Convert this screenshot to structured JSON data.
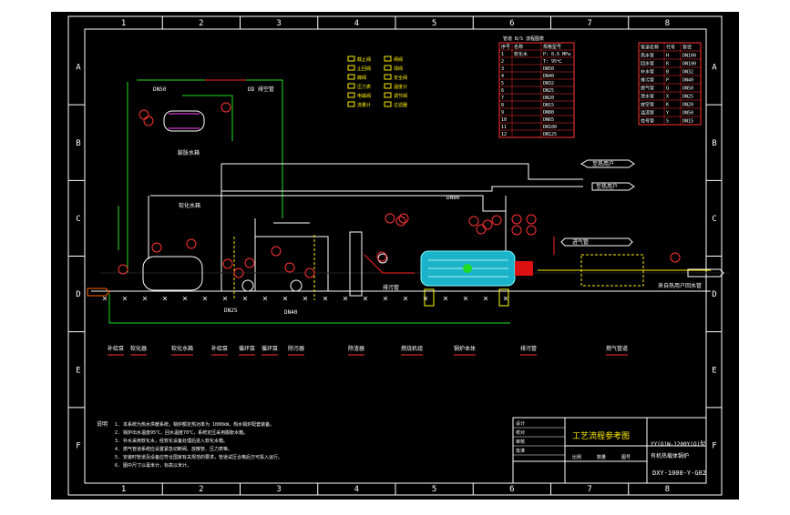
{
  "grid": {
    "columns": [
      "1",
      "2",
      "3",
      "4",
      "5",
      "6",
      "7",
      "8"
    ],
    "rows": [
      "A",
      "B",
      "C",
      "D",
      "E",
      "F"
    ]
  },
  "labels": {
    "ventilation": "DD 排空管",
    "softened_water_tank": "软化水箱",
    "valve_dn80": "DN80",
    "to_heat_1": "至热用户",
    "to_heat_2": "至热用户",
    "to_heat_3": "来自热用户回水管",
    "gas_inlet": "进气管",
    "expansion_tank": "膨胀水箱",
    "dn40": "DN40",
    "dn25": "DN25",
    "boiler_tag": "DN50",
    "bottom_pipe": "排污管"
  },
  "legend_symbols": {
    "items": [
      "截止阀",
      "闸阀",
      "止回阀",
      "球阀",
      "蝶阀",
      "安全阀",
      "压力表",
      "温度计",
      "电磁阀",
      "调节阀",
      "流量计",
      "过滤器"
    ]
  },
  "parts_table": {
    "title": "管道 B/S 流程图表",
    "headers": [
      "序号",
      "名称",
      "规格型号"
    ],
    "rows": [
      [
        "1",
        "软化水",
        "P: 0.6 MPa"
      ],
      [
        "2",
        "",
        "T: 95℃"
      ],
      [
        "3",
        "",
        "DN50"
      ],
      [
        "4",
        "",
        "DN40"
      ],
      [
        "5",
        "",
        "DN32"
      ],
      [
        "6",
        "",
        "DN25"
      ],
      [
        "7",
        "",
        "DN20"
      ],
      [
        "8",
        "",
        "DN15"
      ],
      [
        "9",
        "",
        "DN80"
      ],
      [
        "10",
        "",
        "DN65"
      ],
      [
        "11",
        "",
        "DN100"
      ],
      [
        "12",
        "",
        "DN125"
      ]
    ]
  },
  "pipe_table": {
    "headers": [
      "管道名称",
      "代号",
      "管径"
    ],
    "rows": [
      [
        "热水管",
        "H",
        "DN100"
      ],
      [
        "回水管",
        "R",
        "DN100"
      ],
      [
        "补水管",
        "B",
        "DN32"
      ],
      [
        "排污管",
        "P",
        "DN40"
      ],
      [
        "燃气管",
        "Q",
        "DN50"
      ],
      [
        "泄水管",
        "X",
        "DN25"
      ],
      [
        "放空管",
        "K",
        "DN20"
      ],
      [
        "溢流管",
        "Y",
        "DN50"
      ],
      [
        "信号管",
        "S",
        "DN15"
      ]
    ]
  },
  "bottom_labels": [
    "补给泵",
    "软化器",
    "软化水箱",
    "补给泵",
    "循环泵",
    "循环泵",
    "除污器",
    "除渣器",
    "燃烧机组",
    "锅炉本体",
    "排污管",
    "燃气管道"
  ],
  "notes": {
    "title": "说明",
    "lines": [
      "1. 本系统为热水供暖系统，锅炉额定热功率为 1000kW，热水锅炉配套装备。",
      "2. 锅炉出水温度95℃，回水温度70℃，系统定压采用膨胀水箱。",
      "3. 补水采用软化水，经软化设备处理后进入软化水箱。",
      "4. 燃气管道系统应设置紧急切断阀、放散管、压力表等。",
      "5. 安装时管道及设备应符合国家有关规范的要求，管道试压合格后方可投入运行。",
      "6. 图中尺寸以毫米计，标高以米计。"
    ]
  },
  "title_block": {
    "drawing_title": "工艺流程参考图",
    "model": "YY(Q)W-1200Y(Q)型",
    "subtitle": "有机热载体锅炉",
    "drawing_no": "DXY-1000-Y-G02",
    "row_labels": [
      "设计",
      "校对",
      "审核",
      "批准"
    ],
    "col_labels": [
      "比例",
      "数量",
      "图号"
    ]
  }
}
